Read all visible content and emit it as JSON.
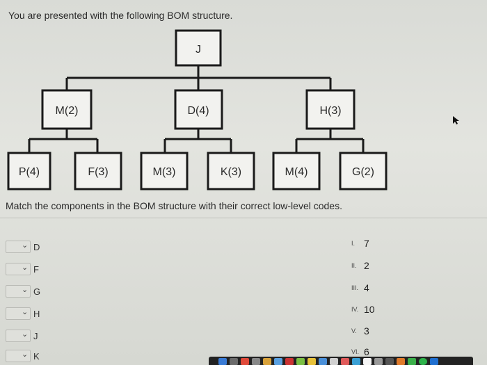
{
  "question": {
    "heading": "You are presented with the following BOM structure.",
    "instruction": "Match the components in the BOM structure with their correct low-level codes."
  },
  "bom": {
    "root": "J",
    "level1": [
      "M(2)",
      "D(4)",
      "H(3)"
    ],
    "level2": [
      "P(4)",
      "F(3)",
      "M(3)",
      "K(3)",
      "M(4)",
      "G(2)"
    ]
  },
  "matching": {
    "items": [
      {
        "chevron": "⌄",
        "label": "D"
      },
      {
        "chevron": "⌄",
        "label": "F"
      },
      {
        "chevron": "⌄",
        "label": "G"
      },
      {
        "chevron": "⌄",
        "label": "H"
      },
      {
        "chevron": "⌄",
        "label": "J"
      },
      {
        "chevron": "⌄",
        "label": "K"
      }
    ],
    "answers": [
      {
        "numeral": "I.",
        "value": "7"
      },
      {
        "numeral": "II.",
        "value": "2"
      },
      {
        "numeral": "III.",
        "value": "4"
      },
      {
        "numeral": "IV.",
        "value": "10"
      },
      {
        "numeral": "V.",
        "value": "3"
      },
      {
        "numeral": "VI.",
        "value": "6"
      }
    ]
  },
  "colors": {
    "line": "#1a1a1a",
    "box_fill": "#f2f2ef"
  },
  "dock": {
    "icons": [
      "app-icon",
      "app-icon",
      "app-icon",
      "app-icon",
      "app-icon",
      "app-icon",
      "app-icon",
      "app-icon",
      "app-icon",
      "app-icon",
      "app-icon",
      "app-icon",
      "app-icon",
      "app-icon",
      "app-icon",
      "app-icon",
      "app-icon",
      "app-icon",
      "app-icon",
      "app-icon"
    ]
  }
}
